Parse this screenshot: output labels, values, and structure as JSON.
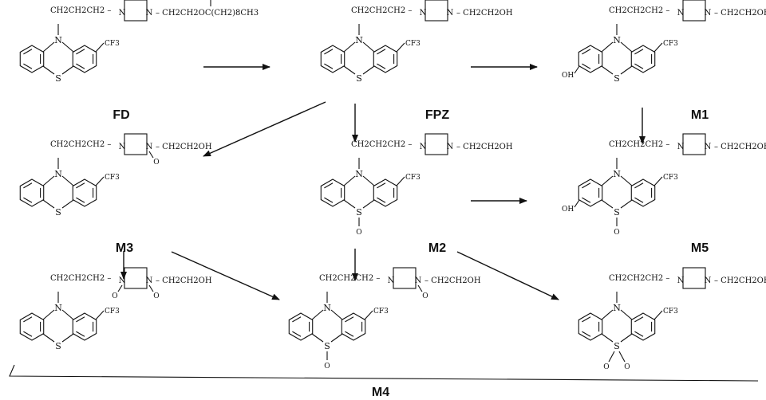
{
  "atoms": {
    "n": "N",
    "s": "S",
    "o": "O",
    "oh": "OH",
    "cf3": "CF3"
  },
  "chain_left": "CH2CH2CH2 –",
  "tail_ethanol": "– CH2CH2OH",
  "tail_ester": "– CH2CH2OC(CH2)8CH3",
  "compounds": {
    "fd": {
      "label": "FD"
    },
    "fpz": {
      "label": "FPZ"
    },
    "m1": {
      "label": "M1"
    },
    "m2": {
      "label": "M2"
    },
    "m3": {
      "label": "M3"
    },
    "m4": {
      "label": "M4"
    },
    "m5": {
      "label": "M5"
    }
  }
}
